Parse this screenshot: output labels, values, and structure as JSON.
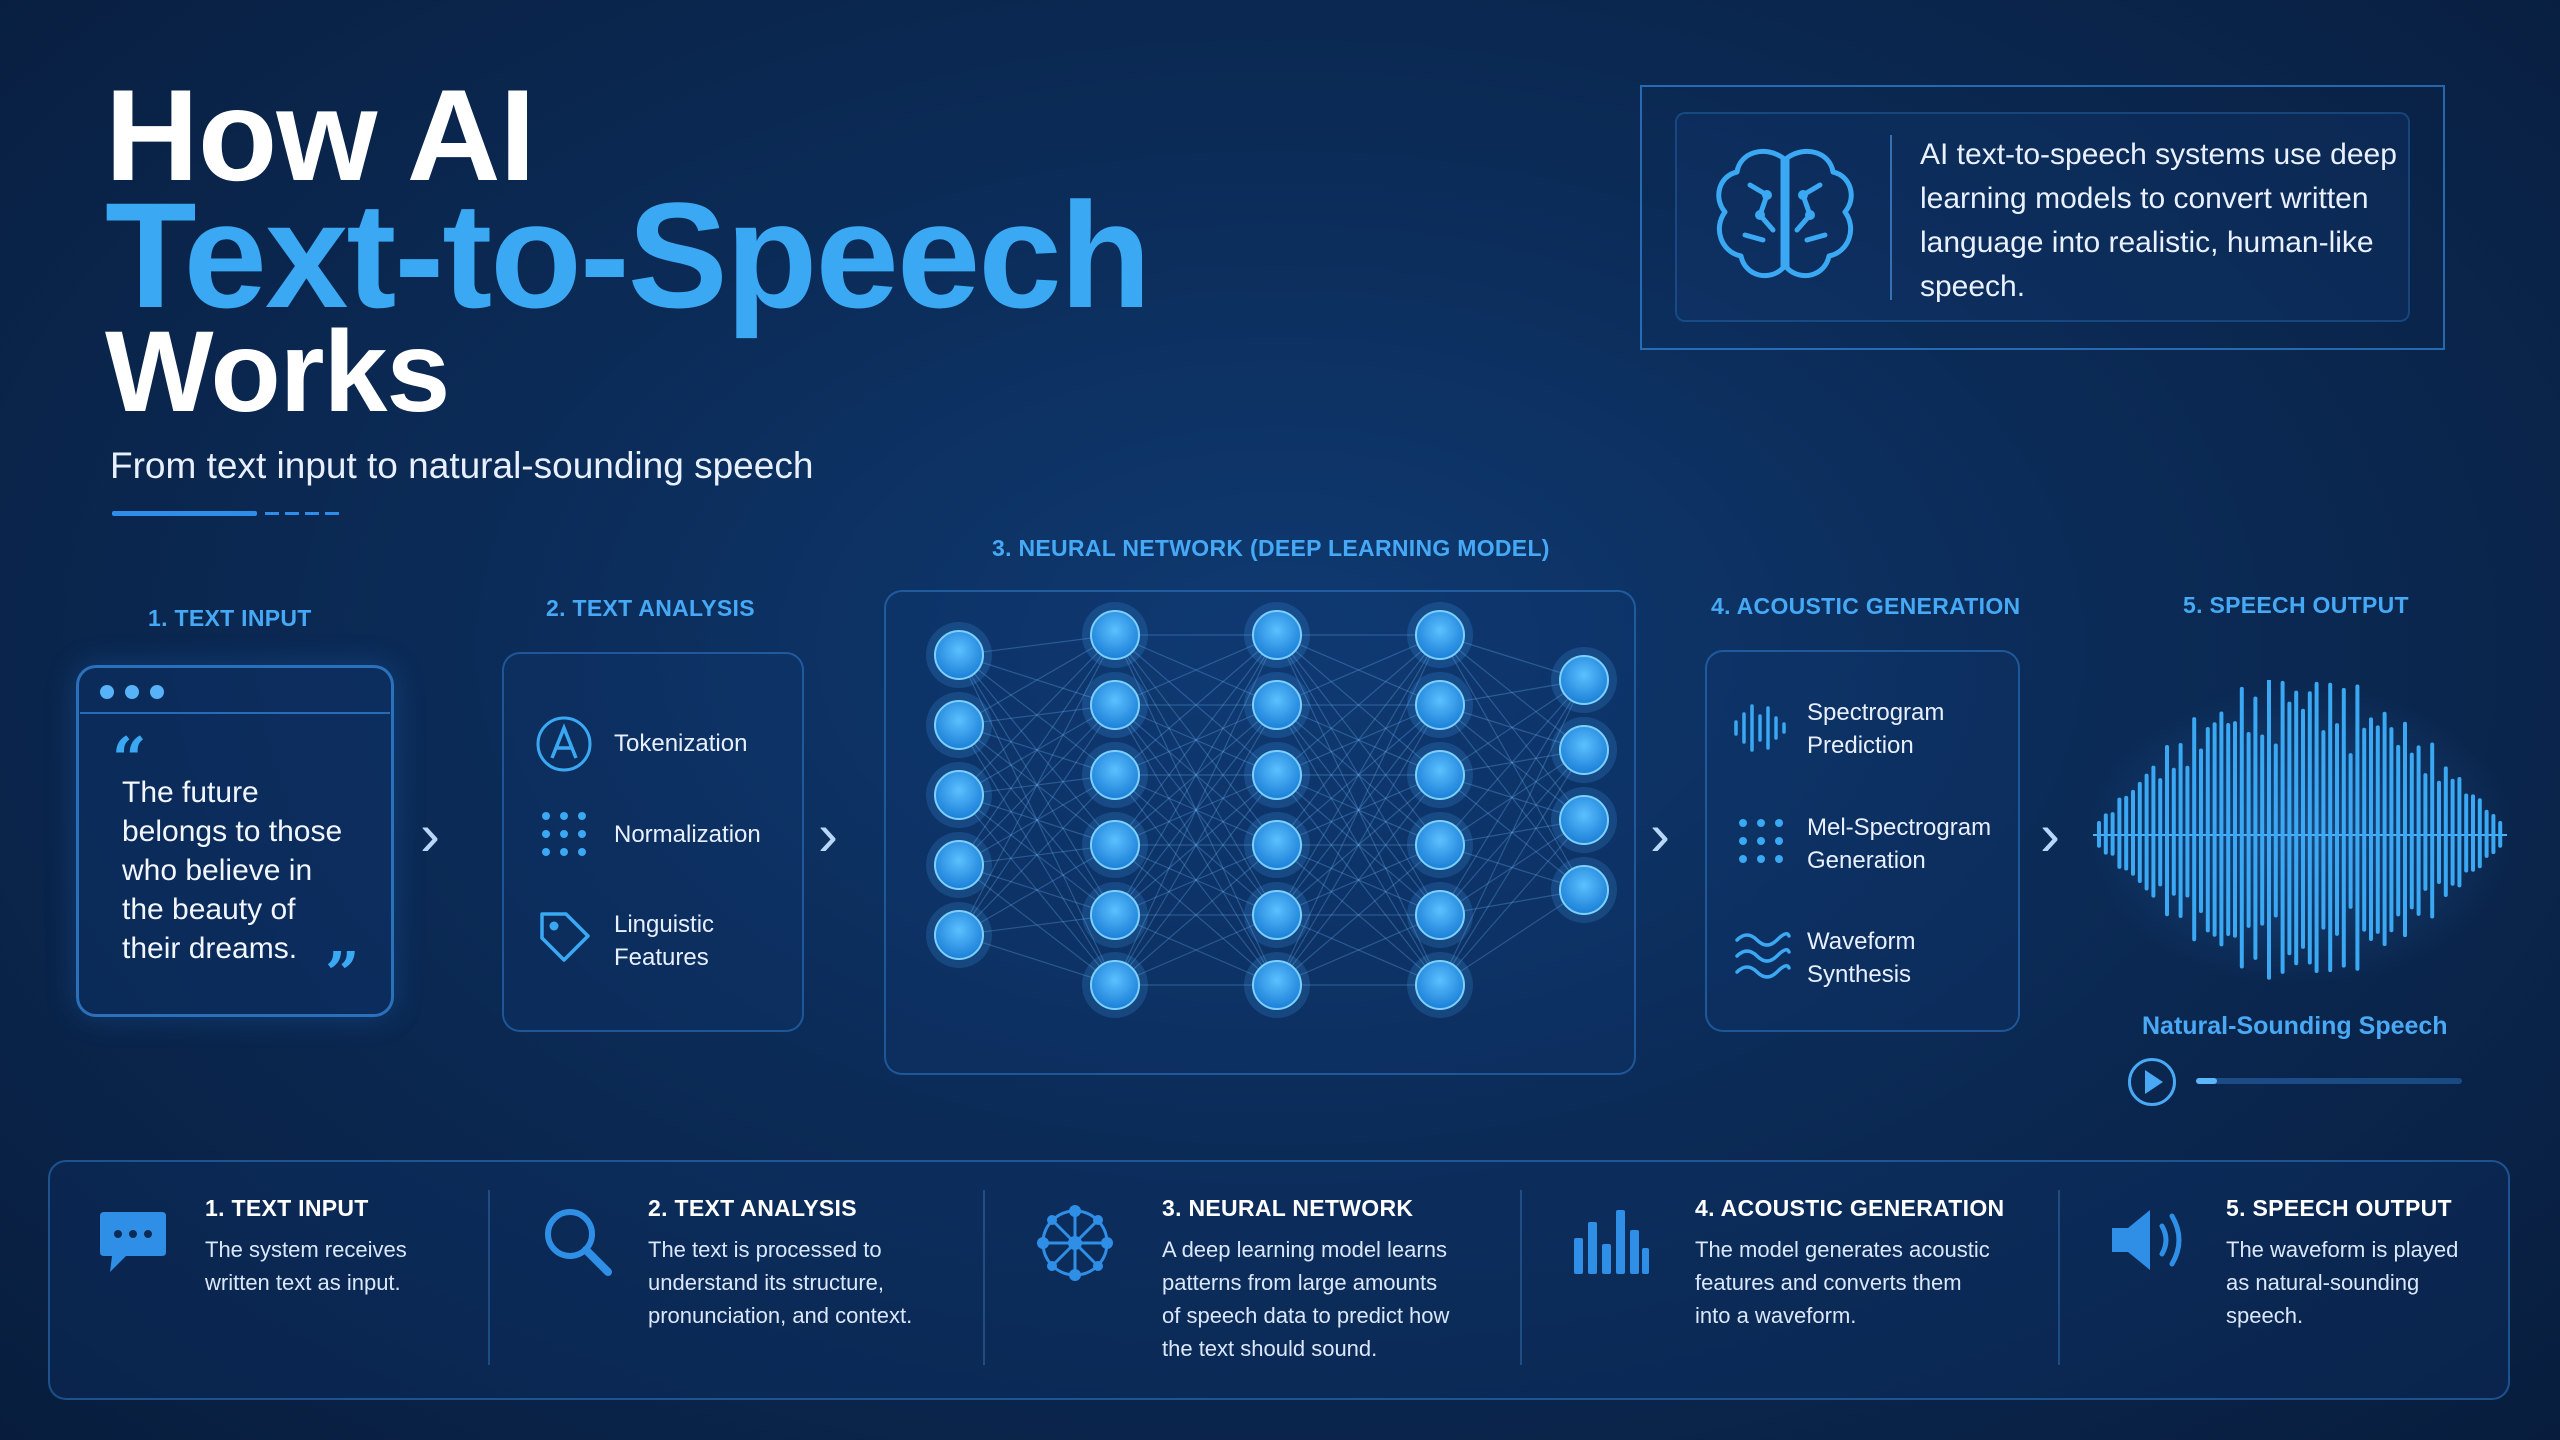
{
  "header": {
    "title_line1": "How AI",
    "title_line2": "Text-to-Speech",
    "title_line3": "Works",
    "subtitle": "From text input to natural-sounding speech"
  },
  "intro": {
    "text": "AI text-to-speech systems use deep learning models to convert written language into realistic, human-like speech.",
    "icon": "brain-icon"
  },
  "stages": {
    "text_input": {
      "label": "1. TEXT INPUT",
      "quote_lines": [
        "The future",
        "belongs to those",
        "who believe in",
        "the beauty of",
        "their dreams."
      ]
    },
    "text_analysis": {
      "label": "2. TEXT ANALYSIS",
      "items": [
        {
          "line1": "Tokenization",
          "line2": "",
          "icon": "letter-a-icon"
        },
        {
          "line1": "Normalization",
          "line2": "",
          "icon": "dot-grid-icon"
        },
        {
          "line1": "Linguistic",
          "line2": "Features",
          "icon": "tag-icon"
        }
      ]
    },
    "neural_network": {
      "label": "3. NEURAL NETWORK (DEEP LEARNING MODEL)",
      "layers": [
        5,
        6,
        6,
        6,
        4
      ]
    },
    "acoustic_generation": {
      "label": "4. ACOUSTIC GENERATION",
      "items": [
        {
          "line1": "Spectrogram",
          "line2": "Prediction",
          "icon": "waveform-bars-icon"
        },
        {
          "line1": "Mel-Spectrogram",
          "line2": "Generation",
          "icon": "dot-grid-icon"
        },
        {
          "line1": "Waveform",
          "line2": "Synthesis",
          "icon": "wave-lines-icon"
        }
      ]
    },
    "speech_output": {
      "label": "5. SPEECH OUTPUT",
      "caption": "Natural-Sounding Speech",
      "progress": 0.08
    }
  },
  "summary": [
    {
      "title": "1. TEXT INPUT",
      "desc_lines": [
        "The system receives",
        "written text as input."
      ],
      "icon": "chat-bubble-icon"
    },
    {
      "title": "2. TEXT ANALYSIS",
      "desc_lines": [
        "The text is processed to",
        "understand its structure,",
        "pronunciation, and context."
      ],
      "icon": "magnifier-icon"
    },
    {
      "title": "3. NEURAL NETWORK",
      "desc_lines": [
        "A deep learning model learns",
        "patterns from large amounts",
        "of speech data to predict how",
        "the text should sound."
      ],
      "icon": "network-icon"
    },
    {
      "title": "4. ACOUSTIC GENERATION",
      "desc_lines": [
        "The model generates acoustic",
        "features and converts them",
        "into a waveform."
      ],
      "icon": "bar-chart-icon"
    },
    {
      "title": "5. SPEECH OUTPUT",
      "desc_lines": [
        "The waveform is played",
        "as natural-sounding",
        "speech."
      ],
      "icon": "speaker-icon"
    }
  ],
  "colors": {
    "accent": "#3aa8f2",
    "node": "#1f86e0",
    "background": "#0b2b57"
  }
}
